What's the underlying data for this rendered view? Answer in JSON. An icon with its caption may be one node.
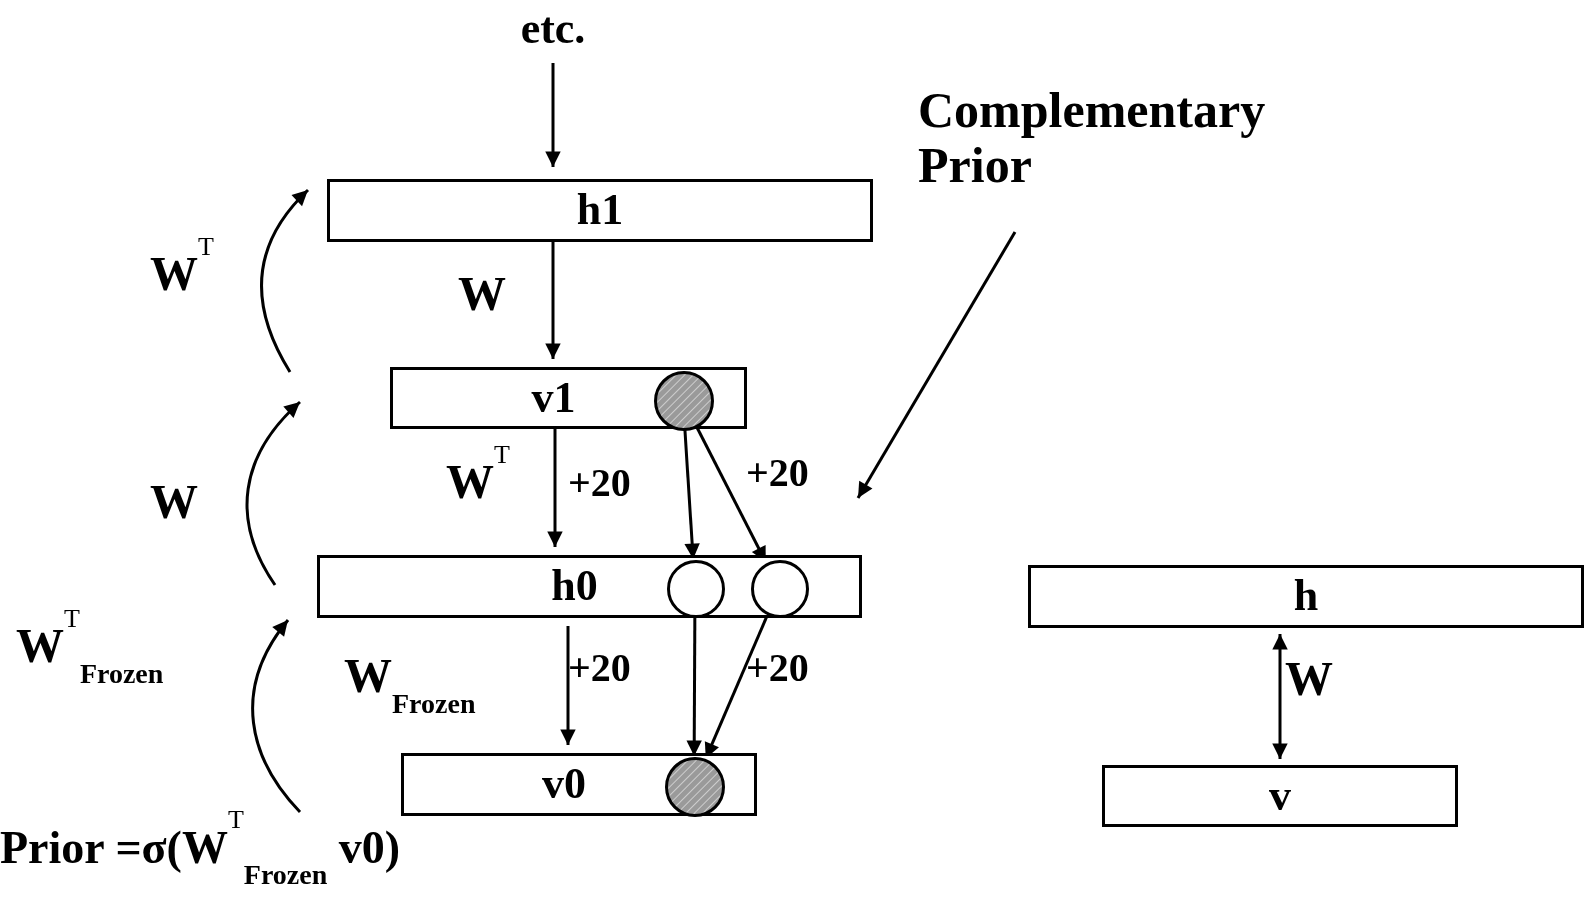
{
  "diagram": {
    "nodes": [
      {
        "text": [
          "etc."
        ]
      },
      {
        "text": [
          "h1"
        ]
      },
      {
        "text": [
          "v1"
        ]
      },
      {
        "text": [],
        "shape": "circle",
        "in": 2
      },
      {
        "text": [
          "h0"
        ]
      },
      {
        "text": [],
        "shape": "circle",
        "in": 4
      },
      {
        "text": [],
        "shape": "circle",
        "in": 4
      },
      {
        "text": [
          "v0"
        ]
      },
      {
        "text": [],
        "shape": "circle",
        "in": 7
      },
      {
        "text": [
          "Complementary Prior"
        ]
      },
      {
        "text": [
          "h"
        ]
      },
      {
        "text": [
          "v"
        ]
      }
    ],
    "edges": [
      {
        "from": 0,
        "to": 1,
        "arrow": "to"
      },
      {
        "from": 1,
        "to": 2,
        "arrow": "to"
      },
      {
        "from": 2,
        "to": 4,
        "arrow": "to"
      },
      {
        "from": 3,
        "to": 5,
        "arrow": "to"
      },
      {
        "from": 3,
        "to": 6,
        "arrow": "to"
      },
      {
        "from": 4,
        "to": 7,
        "arrow": "to"
      },
      {
        "from": 5,
        "to": 8,
        "arrow": "to"
      },
      {
        "from": 6,
        "to": 8,
        "arrow": "to"
      },
      {
        "from": 9,
        "to": null,
        "arrow": "to"
      },
      {
        "from": 10,
        "to": 11,
        "arrow": "both"
      }
    ],
    "labels": [
      "W$^{T}$",
      "W",
      "W$^{T}$",
      "+20",
      "+20",
      "W",
      "W$^{T}$$_{Frozen}$",
      "W$_{Frozen}$",
      "+20",
      "+20",
      "Prior =σ(W$^{T}$$_{Frozen}$ v0)",
      "W"
    ]
  }
}
